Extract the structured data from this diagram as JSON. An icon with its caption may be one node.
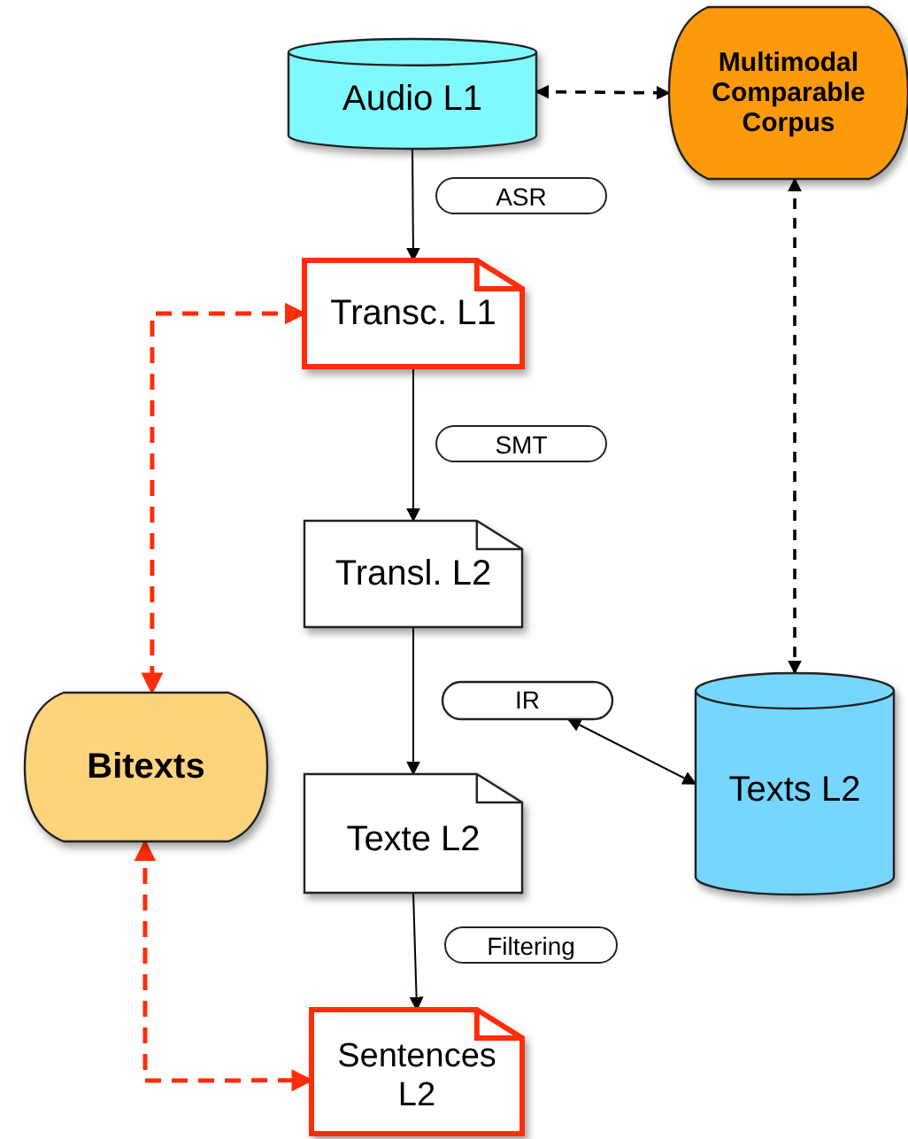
{
  "diagram": {
    "nodes": [
      {
        "text": [
          "Audio L1"
        ]
      },
      {
        "text": [
          "Multimodal Comparable Corpus"
        ]
      },
      {
        "text": [
          "Transc. L1"
        ]
      },
      {
        "text": [
          "Transl. L2"
        ]
      },
      {
        "text": [
          "Bitexts"
        ]
      },
      {
        "text": [
          "IR"
        ]
      },
      {
        "text": [
          "Texts L2"
        ]
      },
      {
        "text": [
          "Texte L2"
        ]
      },
      {
        "text": [
          "Sentences L2"
        ]
      }
    ],
    "edges": [
      {
        "from": 0,
        "to": 2,
        "arrow": "to",
        "label": "ASR"
      },
      {
        "from": 2,
        "to": 3,
        "arrow": "to",
        "label": "SMT"
      },
      {
        "from": 3,
        "to": 7,
        "arrow": "to"
      },
      {
        "from": 7,
        "to": 8,
        "arrow": "to",
        "label": "Filtering"
      },
      {
        "from": 0,
        "to": 1,
        "arrow": "both",
        "style": "dashed"
      },
      {
        "from": 1,
        "to": 6,
        "arrow": "both",
        "style": "dashed"
      },
      {
        "from": 5,
        "to": 6,
        "arrow": "both"
      },
      {
        "from": 2,
        "to": 4,
        "arrow": "both",
        "style": "dashed",
        "color": "#ff2d0a"
      },
      {
        "from": 4,
        "to": 8,
        "arrow": "both",
        "style": "dashed",
        "color": "#ff2d0a"
      }
    ]
  }
}
